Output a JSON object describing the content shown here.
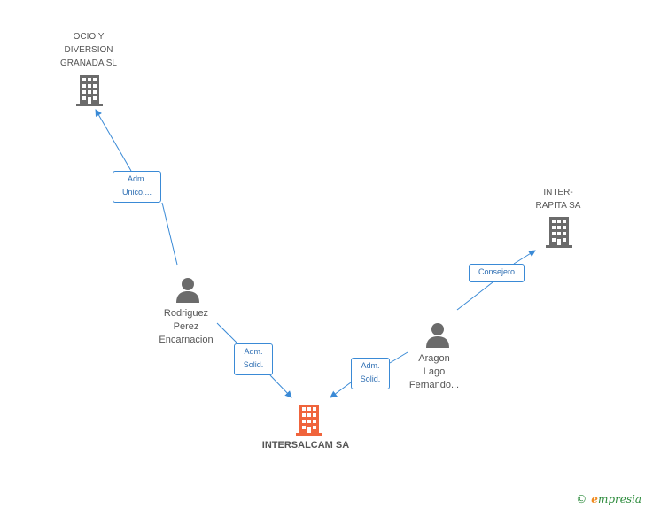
{
  "nodes": {
    "ocio": {
      "label": [
        "OCIO Y",
        "DIVERSION",
        "GRANADA SL"
      ],
      "type": "company",
      "icon": "building-icon",
      "color": "#6b6b6b"
    },
    "inter_rapita": {
      "label": [
        "INTER-",
        "RAPITA SA"
      ],
      "type": "company",
      "icon": "building-icon",
      "color": "#6b6b6b"
    },
    "rodriguez": {
      "label": [
        "Rodriguez",
        "Perez",
        "Encarnacion"
      ],
      "type": "person",
      "icon": "person-icon",
      "color": "#6b6b6b"
    },
    "aragon": {
      "label": [
        "Aragon",
        "Lago",
        "Fernando..."
      ],
      "type": "person",
      "icon": "person-icon",
      "color": "#6b6b6b"
    },
    "intersalcam": {
      "label": [
        "INTERSALCAM SA"
      ],
      "type": "company",
      "icon": "building-icon",
      "color": "#f0643c",
      "main": true
    }
  },
  "edges": [
    {
      "from": "rodriguez",
      "to": "ocio",
      "label": [
        "Adm.",
        "Unico,..."
      ]
    },
    {
      "from": "rodriguez",
      "to": "intersalcam",
      "label": [
        "Adm.",
        "Solid."
      ]
    },
    {
      "from": "aragon",
      "to": "intersalcam",
      "label": [
        "Adm.",
        "Solid."
      ]
    },
    {
      "from": "aragon",
      "to": "inter_rapita",
      "label": [
        "Consejero"
      ]
    }
  ],
  "colors": {
    "edge": "#3a8ad6",
    "edge_label_text": "#2f6fb3",
    "node_text": "#555555"
  },
  "footer": {
    "copyright": "©",
    "brand_e": "e",
    "brand_rest": "mpresia"
  }
}
